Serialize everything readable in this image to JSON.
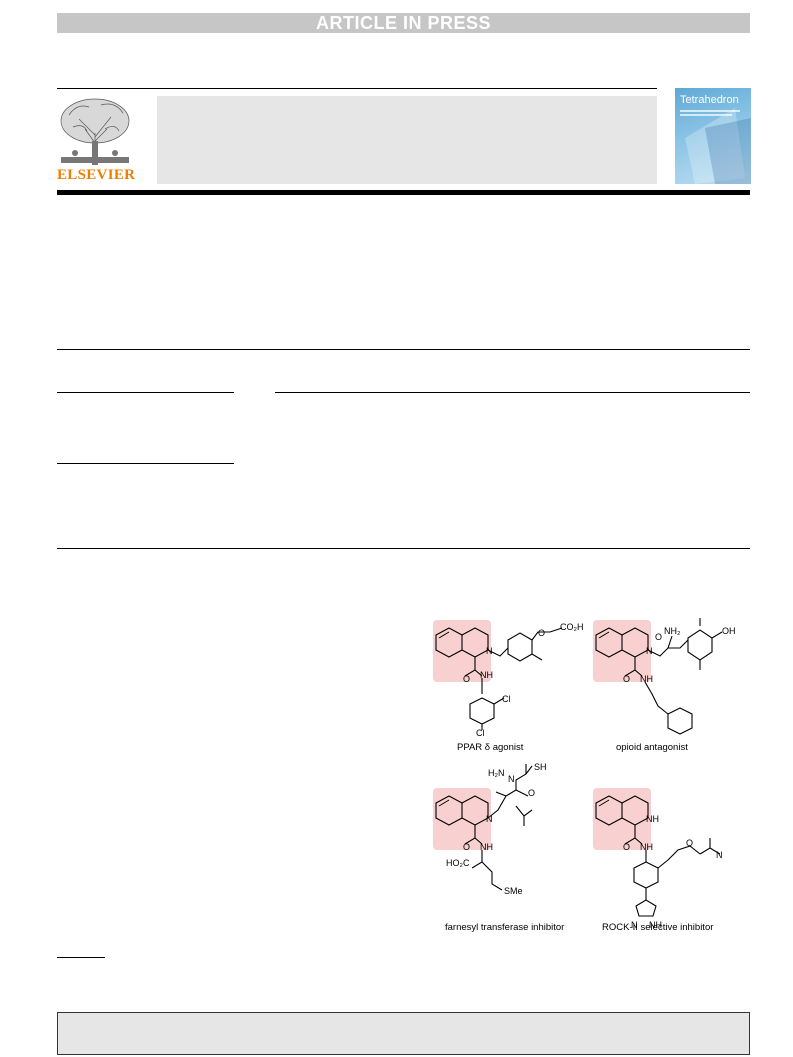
{
  "banner": {
    "text": "ARTICLE IN PRESS"
  },
  "publisher": {
    "logo_text": "ELSEVIER"
  },
  "journal_cover": {
    "title": "Tetrahedron"
  },
  "figure": {
    "compounds": [
      {
        "label": "PPAR δ agonist"
      },
      {
        "label": "opioid antagonist"
      },
      {
        "label": "farnesyl transferase inhibitor"
      },
      {
        "label": "ROCK-II selective inhibitor"
      }
    ],
    "highlight_color": "#f9d0d0"
  }
}
